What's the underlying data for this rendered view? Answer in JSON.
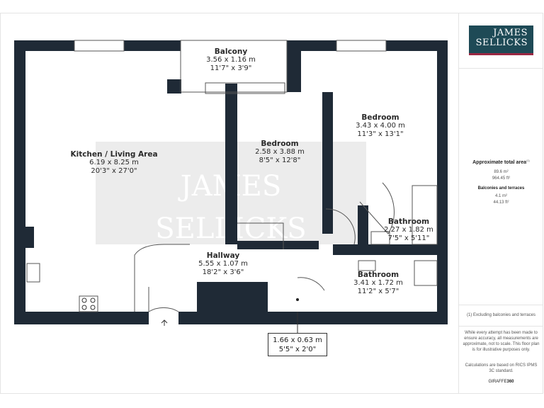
{
  "brand": {
    "line1": "JAMES",
    "line2": "SELLICKS",
    "colors": {
      "logo_bg": "#1e4a56",
      "logo_bar": "#9b2743",
      "walls": "#1f2a36"
    }
  },
  "rooms": [
    {
      "name": "Kitchen / Living Area",
      "metric": "6.19 x 8.25 m",
      "imperial": "20'3\" x 27'0\""
    },
    {
      "name": "Balcony",
      "metric": "3.56 x 1.16 m",
      "imperial": "11'7\" x 3'9\""
    },
    {
      "name": "Bedroom",
      "metric": "2.58 x 3.88 m",
      "imperial": "8'5\" x 12'8\""
    },
    {
      "name": "Bedroom",
      "metric": "3.43 x 4.00 m",
      "imperial": "11'3\" x 13'1\""
    },
    {
      "name": "Bathroom",
      "metric": "2.27 x 1.82 m",
      "imperial": "7'5\" x 5'11\""
    },
    {
      "name": "Hallway",
      "metric": "5.55 x 1.07 m",
      "imperial": "18'2\" x 3'6\""
    },
    {
      "name": "Bathroom",
      "metric": "3.41 x 1.72 m",
      "imperial": "11'2\" x 5'7\""
    }
  ],
  "cupboard": {
    "metric": "1.66 x 0.63 m",
    "imperial": "5'5\" x 2'0\""
  },
  "watermark": {
    "line1": "JAMES",
    "line2": "SELLICKS"
  },
  "panel": {
    "total_title": "Approximate total area",
    "total_sup": "(1)",
    "total_m2": "89.6 m²",
    "total_ft2": "964.45 ft²",
    "balc_title": "Balconies and terraces",
    "balc_m2": "4.1 m²",
    "balc_ft2": "44.13 ft²",
    "footnote": "(1) Excluding balconies and terraces",
    "disclaimer": "While every attempt has been made to ensure accuracy, all measurements are approximate, not to scale. This floor plan is for illustrative purposes only.",
    "calc": "Calculations are based on RICS IPMS 3C standard.",
    "giraffe_a": "GIRAFFE",
    "giraffe_b": "360"
  }
}
